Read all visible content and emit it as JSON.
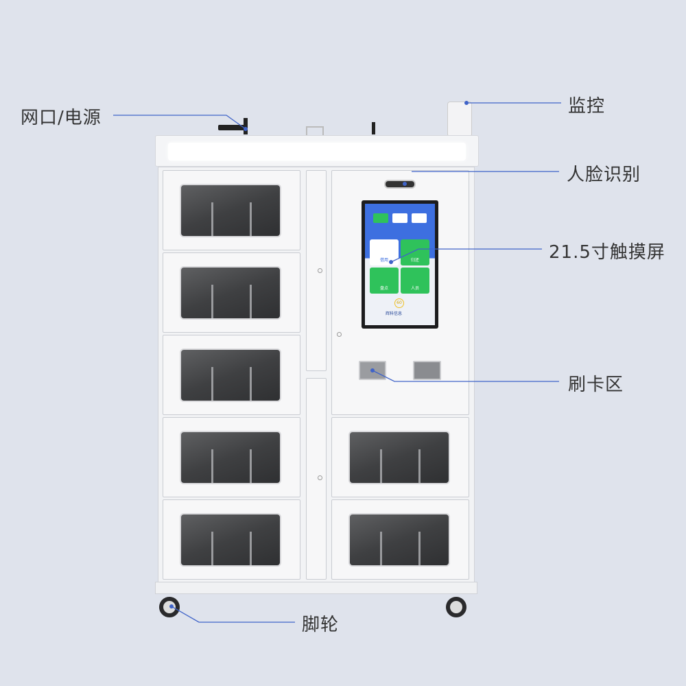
{
  "callouts": {
    "network_power": "网口/电源",
    "monitor": "监控",
    "face_recognition": "人脸识别",
    "touchscreen": "21.5寸触摸屏",
    "card_area": "刷卡区",
    "casters": "脚轮"
  },
  "screen": {
    "tiles": [
      "借用",
      "归还",
      "盘点",
      "人员"
    ],
    "timer": "60",
    "brand": "辉科信息"
  },
  "colors": {
    "callout_line": "#3f63c8",
    "screen_blue": "#3d6fe0",
    "tile_green": "#2fc25b"
  }
}
